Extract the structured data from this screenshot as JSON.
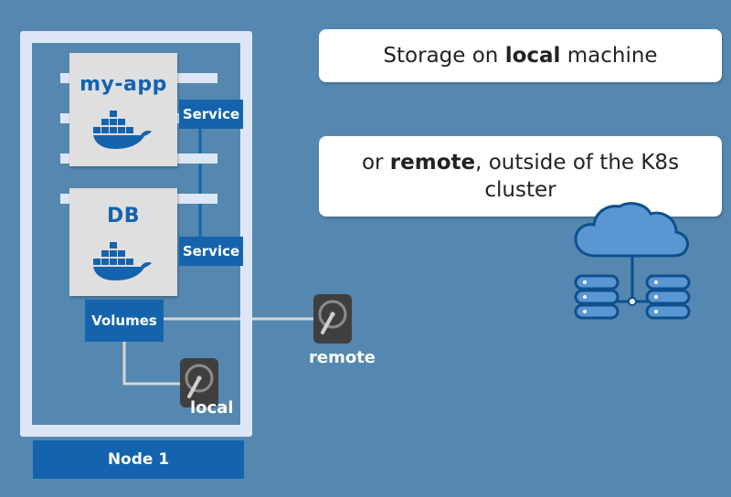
{
  "node": {
    "label": "Node 1"
  },
  "pods": [
    {
      "title": "my-app",
      "icon": "docker-whale-icon",
      "service_label": "Service"
    },
    {
      "title": "DB",
      "icon": "docker-whale-icon",
      "service_label": "Service"
    }
  ],
  "volumes": {
    "label": "Volumes"
  },
  "storage": {
    "local_label": "local",
    "remote_label": "remote",
    "icon": "hard-drive-icon"
  },
  "callouts": {
    "first": {
      "prefix": "Storage on ",
      "bold": "local",
      "suffix": " machine"
    },
    "second": {
      "prefix": "or ",
      "bold": "remote",
      "suffix": ", outside of the K8s cluster"
    }
  },
  "cloud_icon": "cloud-storage-icon",
  "colors": {
    "background": "#5588b0",
    "accent_blue": "#1463ad",
    "frame": "#dde6f7",
    "pod_box": "#dfdfdf",
    "hdd": "#3f3f3f",
    "cloud_fill": "#5a96d2"
  }
}
